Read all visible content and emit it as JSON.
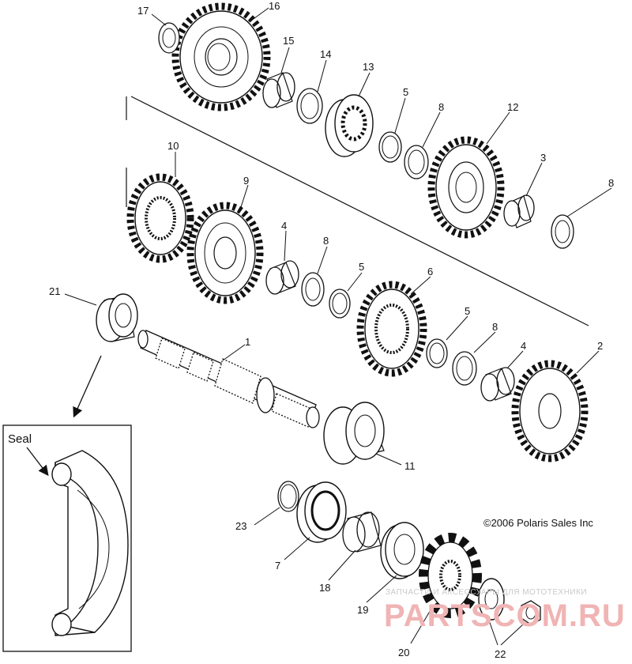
{
  "callouts": {
    "c1": "1",
    "c2": "2",
    "c3": "3",
    "c4a": "4",
    "c4b": "4",
    "c5a": "5",
    "c5b": "5",
    "c5c": "5",
    "c6": "6",
    "c7": "7",
    "c8a": "8",
    "c8b": "8",
    "c8c": "8",
    "c8d": "8",
    "c9": "9",
    "c10": "10",
    "c11": "11",
    "c12": "12",
    "c13": "13",
    "c14": "14",
    "c15": "15",
    "c16": "16",
    "c17": "17",
    "c18": "18",
    "c19": "19",
    "c20": "20",
    "c21": "21",
    "c22": "22",
    "c23": "23"
  },
  "inset": {
    "title": "Seal"
  },
  "copyright": "©2006 Polaris Sales Inc",
  "watermark": {
    "caption": "ЗАПЧАСТИ И АКСЕССУАРЫ ДЛЯ МОТОТЕХНИКИ",
    "logo": "PARTSCOM.RU"
  }
}
